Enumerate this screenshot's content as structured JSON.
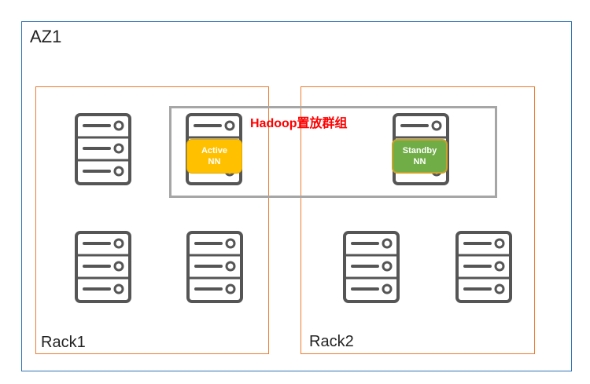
{
  "az": {
    "label": "AZ1",
    "color": "#2e75b6"
  },
  "racks": [
    {
      "label": "Rack1",
      "color": "#ed7d31"
    },
    {
      "label": "Rack2",
      "color": "#ed7d31"
    }
  ],
  "placement_group": {
    "label": "Hadoop置放群组",
    "label_color": "#ff0000",
    "border_color": "#a6a6a6"
  },
  "nodes": {
    "active": {
      "line1": "Active",
      "line2": "NN",
      "color": "#ffc000"
    },
    "standby": {
      "line1": "Standby",
      "line2": "NN",
      "color": "#70ad47"
    }
  },
  "server_icon": {
    "name": "server-icon",
    "color": "#555555"
  }
}
